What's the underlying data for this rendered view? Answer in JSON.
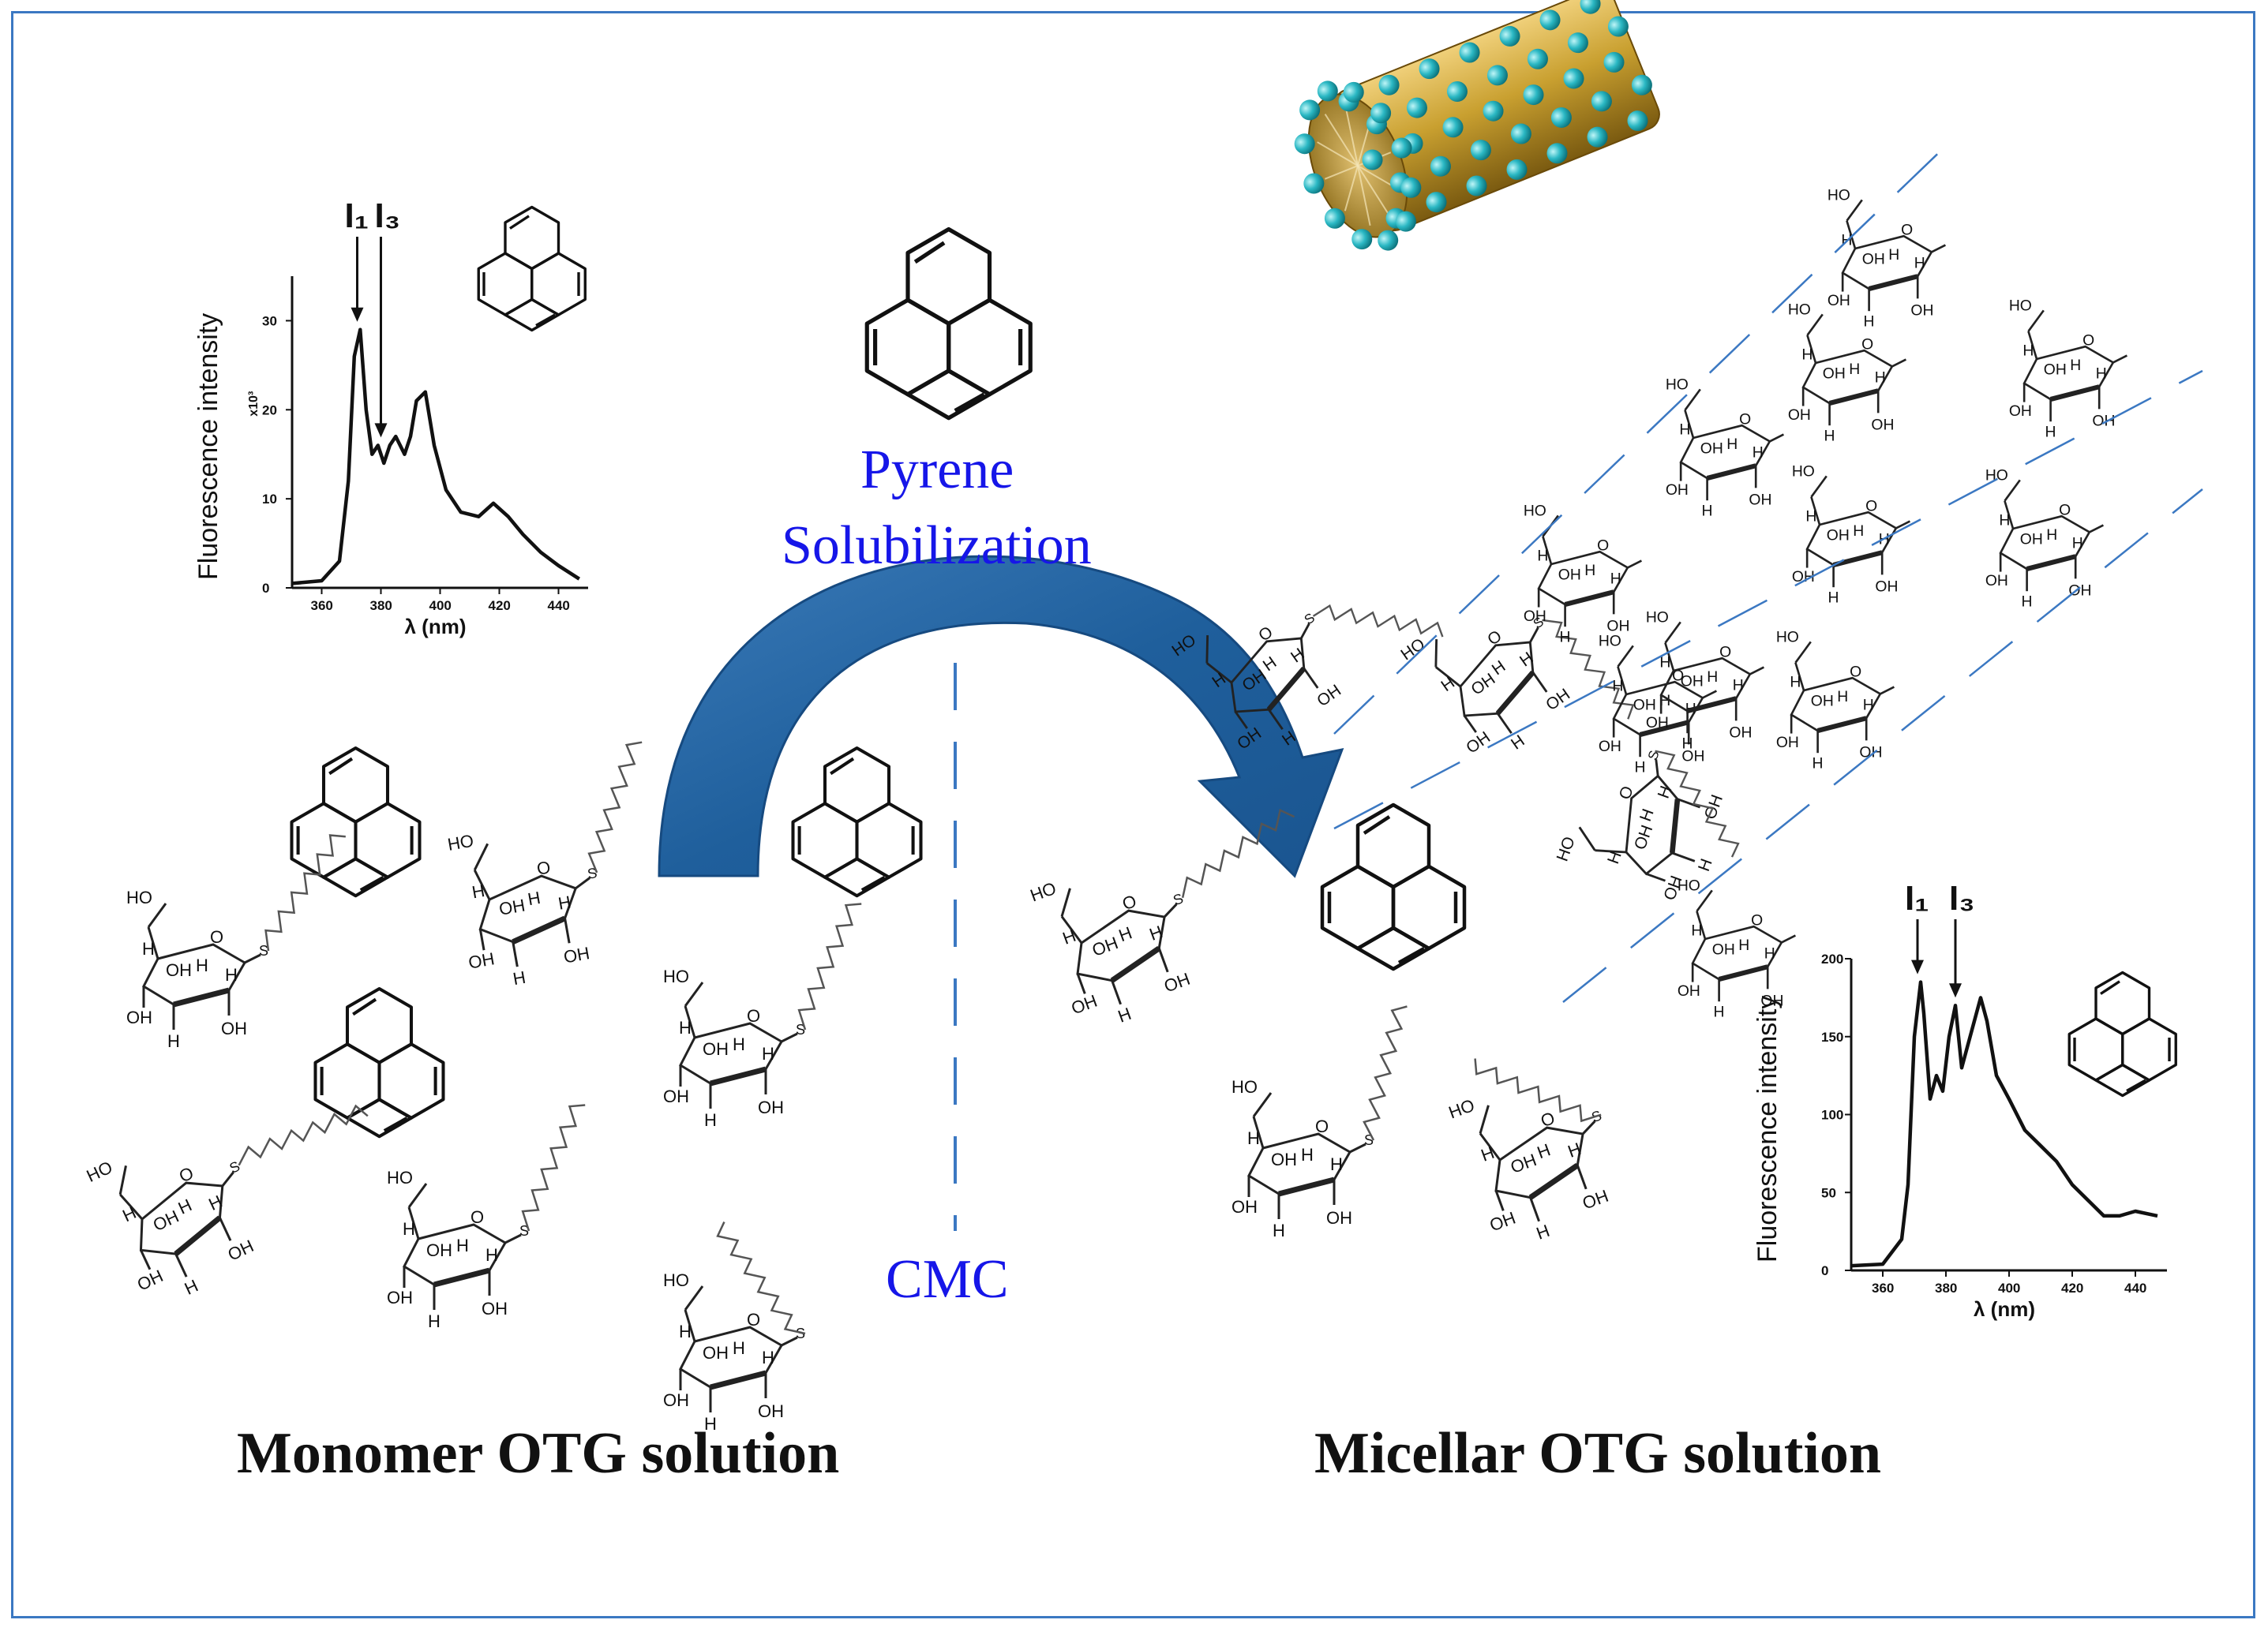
{
  "labels": {
    "pyrene_line1": "Pyrene",
    "pyrene_line2": "Solubilization",
    "cmc": "CMC",
    "monomer": "Monomer OTG solution",
    "micellar": "Micellar OTG solution"
  },
  "chem": {
    "ho": "HO",
    "oh": "OH",
    "h": "H",
    "o": "O",
    "s": "S"
  },
  "charts": [
    {
      "id": "left-spectrum",
      "ylabel": "Fluorescence intensity",
      "yunit": "x10³",
      "xlabel": "λ (nm)",
      "xticks": [
        "360",
        "380",
        "400",
        "420",
        "440"
      ],
      "yticks": [
        "0",
        "10",
        "20",
        "30"
      ],
      "peak1": "I₁",
      "peak3": "I₃"
    },
    {
      "id": "right-spectrum",
      "ylabel": "Fluorescence intensity",
      "xlabel": "λ (nm)",
      "xticks": [
        "360",
        "380",
        "400",
        "420",
        "440"
      ],
      "yticks": [
        "0",
        "50",
        "100",
        "150",
        "200"
      ],
      "peak1": "I₁",
      "peak3": "I₃"
    }
  ],
  "chart_data": [
    {
      "type": "line",
      "ylabel": "Fluorescence intensity",
      "xlabel": "λ (nm)",
      "xlim": [
        350,
        450
      ],
      "ylim": [
        0,
        35
      ],
      "x": [
        350,
        360,
        366,
        369,
        371,
        373,
        375,
        377,
        379,
        381,
        383,
        385,
        388,
        390,
        392,
        395,
        398,
        402,
        407,
        413,
        418,
        423,
        428,
        434,
        440,
        447
      ],
      "y": [
        0.5,
        0.8,
        3,
        12,
        26,
        29,
        20,
        15,
        16,
        14,
        16,
        17,
        15,
        17,
        21,
        22,
        16,
        11,
        8.5,
        8,
        9.5,
        8,
        6,
        4,
        2.5,
        1
      ]
    },
    {
      "type": "line",
      "ylabel": "Fluorescence intensity",
      "xlabel": "λ (nm)",
      "xlim": [
        350,
        450
      ],
      "ylim": [
        0,
        200
      ],
      "x": [
        350,
        360,
        366,
        368,
        370,
        372,
        373,
        375,
        377,
        379,
        381,
        383,
        385,
        387,
        389,
        391,
        393,
        396,
        400,
        405,
        410,
        415,
        420,
        425,
        430,
        435,
        440,
        447
      ],
      "y": [
        3,
        4,
        20,
        55,
        150,
        185,
        165,
        110,
        125,
        115,
        150,
        170,
        130,
        145,
        160,
        175,
        160,
        125,
        110,
        90,
        80,
        70,
        55,
        45,
        35,
        35,
        38,
        35
      ]
    }
  ]
}
